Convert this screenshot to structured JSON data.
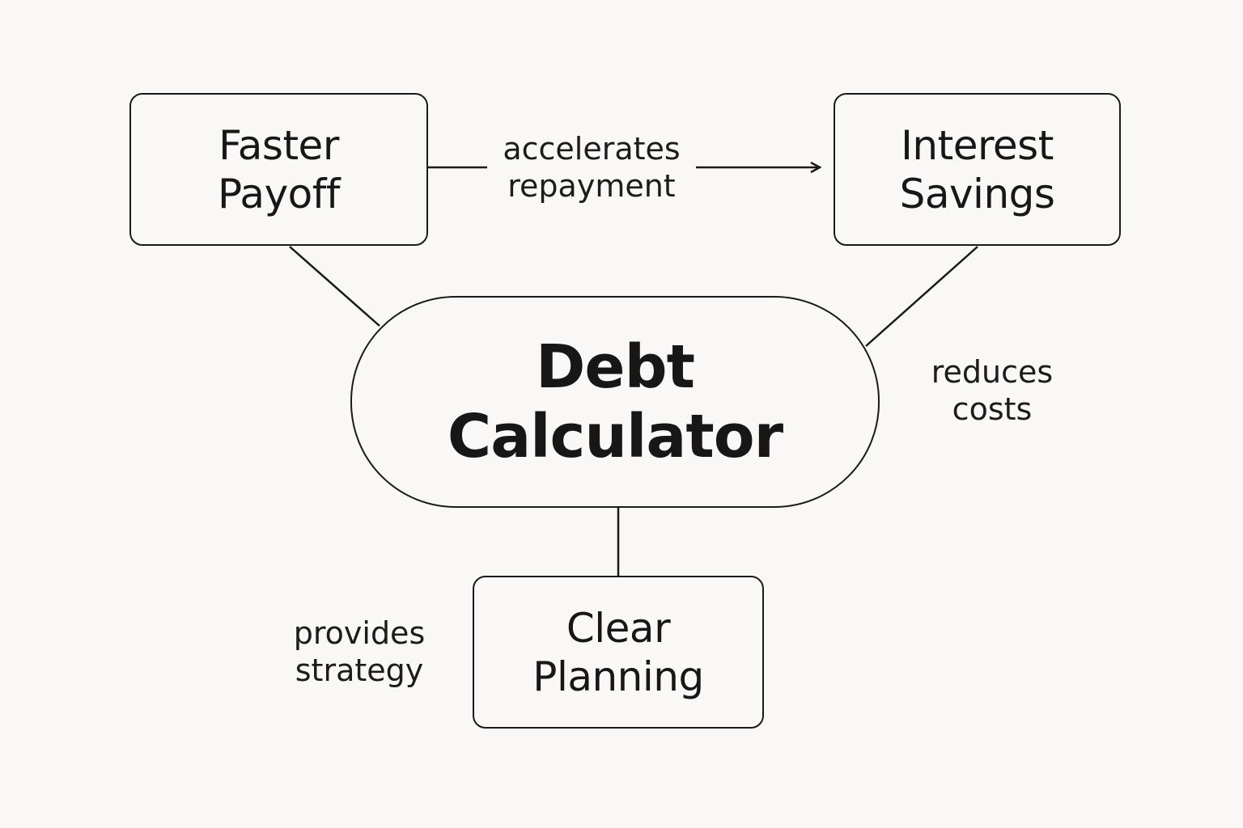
{
  "nodes": {
    "faster_payoff": "Faster\nPayoff",
    "interest_savings": "Interest\nSavings",
    "debt_calculator": "Debt\nCalculator",
    "clear_planning": "Clear\nPlanning"
  },
  "edges": {
    "accelerates": "accelerates\nrepayment",
    "reduces": "reduces\ncosts",
    "provides": "provides\nstrategy"
  },
  "colors": {
    "background": "#f9f8f6",
    "stroke": "#1a1a1a",
    "text": "#171717"
  }
}
